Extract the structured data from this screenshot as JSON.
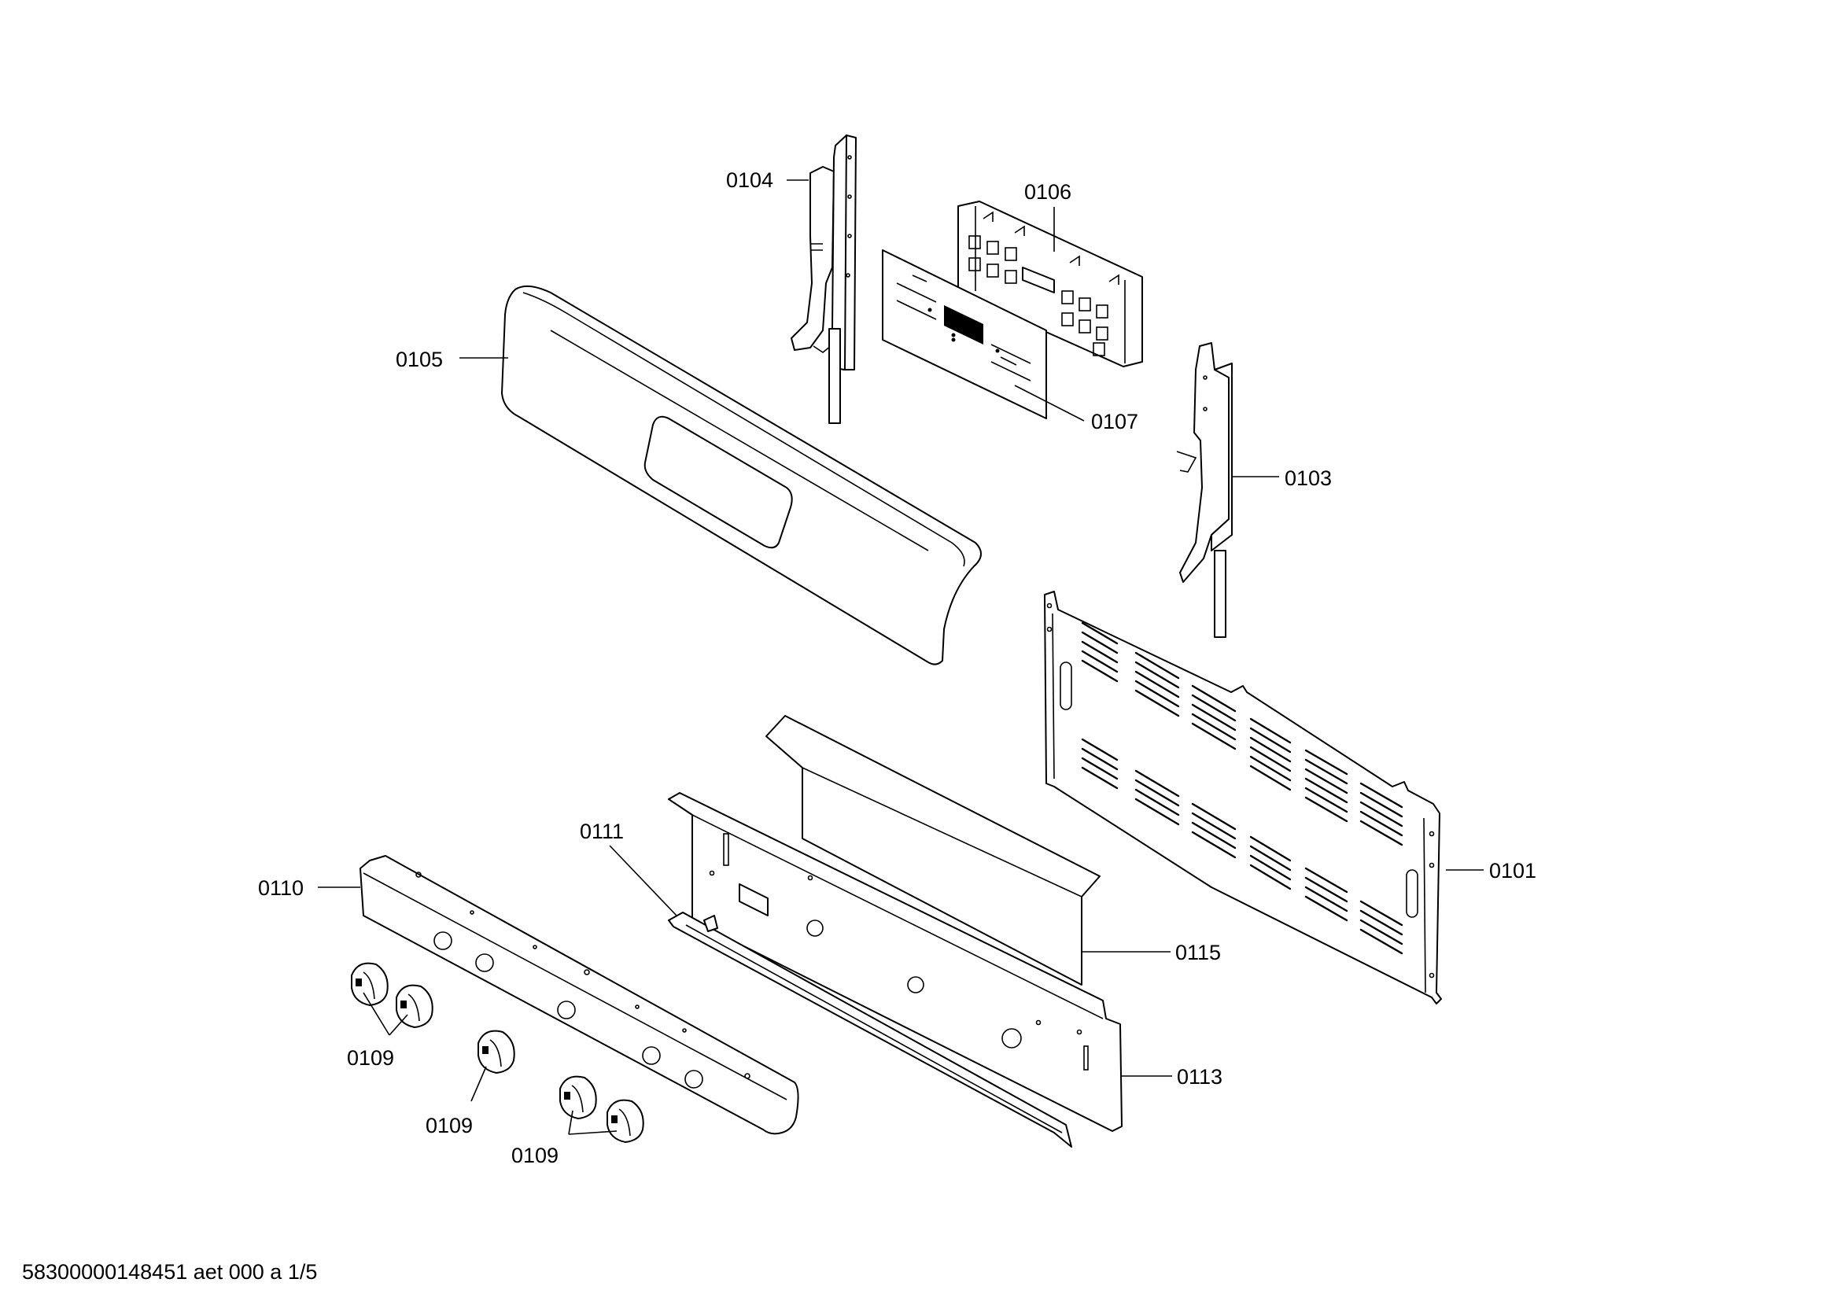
{
  "parts": [
    {
      "id": "p0101",
      "number": "0101"
    },
    {
      "id": "p0103",
      "number": "0103"
    },
    {
      "id": "p0104",
      "number": "0104"
    },
    {
      "id": "p0105",
      "number": "0105"
    },
    {
      "id": "p0106",
      "number": "0106"
    },
    {
      "id": "p0107",
      "number": "0107"
    },
    {
      "id": "p0109a",
      "number": "0109"
    },
    {
      "id": "p0109b",
      "number": "0109"
    },
    {
      "id": "p0109c",
      "number": "0109"
    },
    {
      "id": "p0110",
      "number": "0110"
    },
    {
      "id": "p0111",
      "number": "0111"
    },
    {
      "id": "p0113",
      "number": "0113"
    },
    {
      "id": "p0115",
      "number": "0115"
    }
  ],
  "footer": {
    "text": "58300000148451 aet 000 a 1/5"
  }
}
